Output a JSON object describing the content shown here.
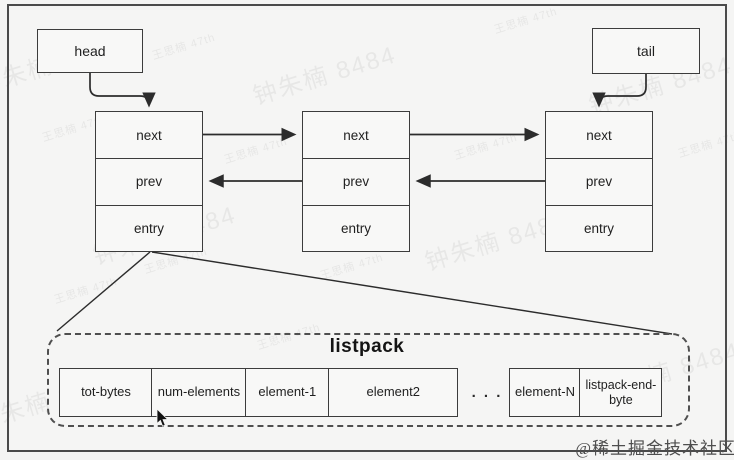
{
  "diagram": {
    "head_label": "head",
    "tail_label": "tail",
    "node_rows": [
      "next",
      "prev",
      "entry"
    ],
    "listpack": {
      "title": "listpack",
      "cells_left": [
        "tot-bytes",
        "num-elements",
        "element-1",
        "element2"
      ],
      "ellipsis": ". . .",
      "cells_right": [
        "element-N",
        "listpack-end-byte"
      ]
    }
  },
  "watermarks": {
    "large": "钟朱楠 8484",
    "small": "王思楠 47th"
  },
  "footer": {
    "credit": "@稀土掘金技术社区"
  },
  "colors": {
    "line": "#3c3c3c",
    "background": "#f5f5f4",
    "watermark": "#8f8f8f"
  }
}
